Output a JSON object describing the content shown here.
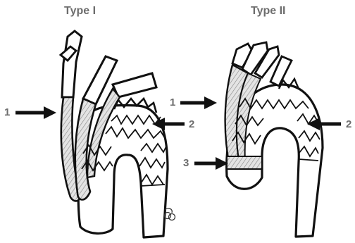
{
  "panels": [
    {
      "title": "Type I",
      "labels": [
        "1",
        "2"
      ]
    },
    {
      "title": "Type II",
      "labels": [
        "1",
        "2",
        "3"
      ]
    }
  ],
  "colors": {
    "ink": "#111111",
    "label": "#6d6d6d",
    "hatch": "#9a9a9a",
    "background": "#ffffff"
  }
}
